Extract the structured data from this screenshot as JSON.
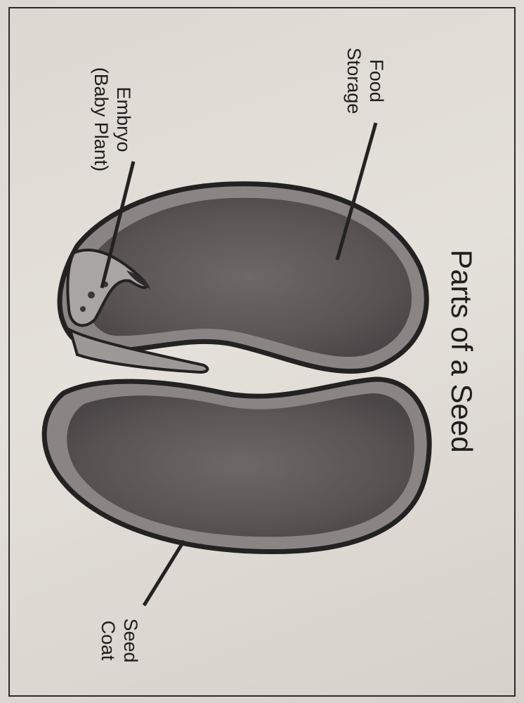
{
  "diagram": {
    "title": "Parts of a Seed",
    "labels": {
      "food_storage": [
        "Food",
        "Storage"
      ],
      "embryo": [
        "Embryo",
        "(Baby Plant)"
      ],
      "seed_coat": [
        "Seed",
        "Coat"
      ]
    },
    "colors": {
      "paper": "#e1ddd6",
      "seed_fill": "#5c5657",
      "seed_outline": "#222222",
      "seed_coat_band": "#8a8484",
      "embryo_fill": "#9d9898",
      "text": "#1e1e1e"
    }
  }
}
